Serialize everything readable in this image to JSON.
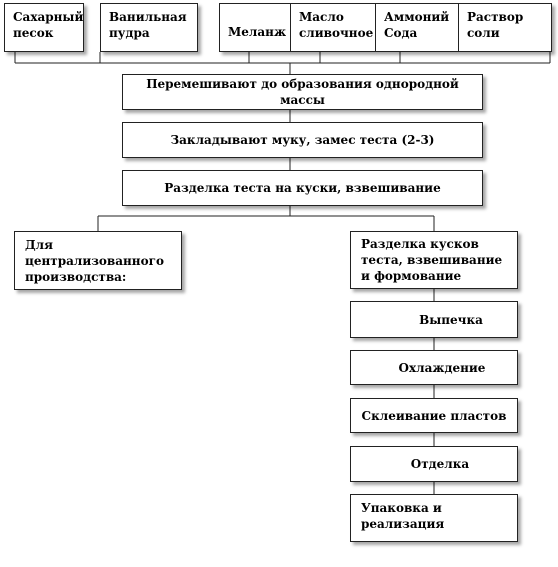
{
  "ingredients": [
    "Сахарный песок",
    "Ванильная пудра",
    "Меланж",
    "Масло сливочное",
    "Аммоний Сода",
    "Раствор соли"
  ],
  "steps": {
    "mix": "Перемешивают до образования однородной массы",
    "flour": "Закладывают муку, замес теста (2-3)",
    "divide": "Разделка теста на куски, взвешивание"
  },
  "branch_left": "Для централизованного производства:",
  "branch_right": "Разделка кусков теста, взвешивание и формование",
  "right_chain": [
    "Выпечка",
    "Охлаждение",
    "Склеивание пластов",
    "Отделка",
    "Упаковка и реализация"
  ]
}
